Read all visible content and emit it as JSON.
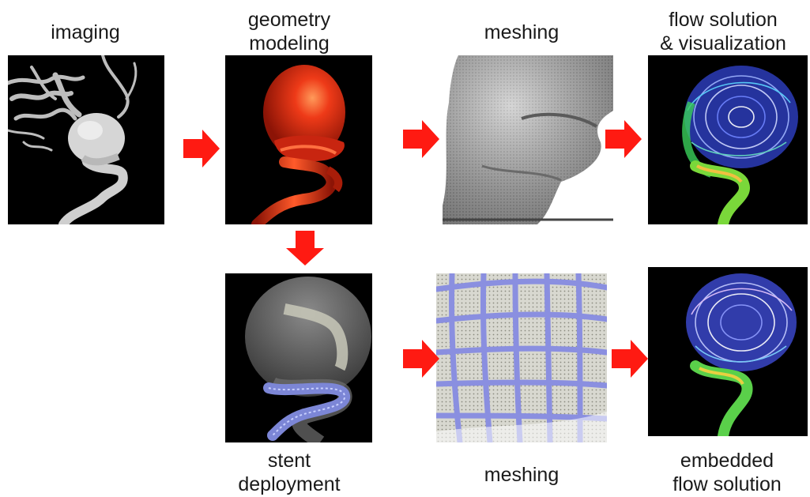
{
  "colors": {
    "arrow": "#ff1a12",
    "panel_background": "#000000",
    "vessel_gray": "#d6d6d6",
    "geometry_red": "#d8260f",
    "mesh_gray": "#a8a8a8",
    "stent_blue": "#7c86d6",
    "flow_blue": "#3d4fd8"
  },
  "steps": {
    "imaging": {
      "label": "imaging"
    },
    "geometry_modeling": {
      "label": "geometry\nmodeling"
    },
    "meshing_top": {
      "label": "meshing"
    },
    "flow_solution": {
      "label": "flow solution\n& visualization"
    },
    "stent_deployment": {
      "label": "stent\ndeployment"
    },
    "meshing_bottom": {
      "label": "meshing"
    },
    "embedded_flow": {
      "label": "embedded\nflow solution"
    }
  },
  "arrows": [
    {
      "from": "imaging",
      "to": "geometry_modeling",
      "direction": "right"
    },
    {
      "from": "geometry_modeling",
      "to": "meshing_top",
      "direction": "right"
    },
    {
      "from": "meshing_top",
      "to": "flow_solution",
      "direction": "right"
    },
    {
      "from": "geometry_modeling",
      "to": "stent_deployment",
      "direction": "down"
    },
    {
      "from": "stent_deployment",
      "to": "meshing_bottom",
      "direction": "right"
    },
    {
      "from": "meshing_bottom",
      "to": "embedded_flow",
      "direction": "right"
    }
  ]
}
